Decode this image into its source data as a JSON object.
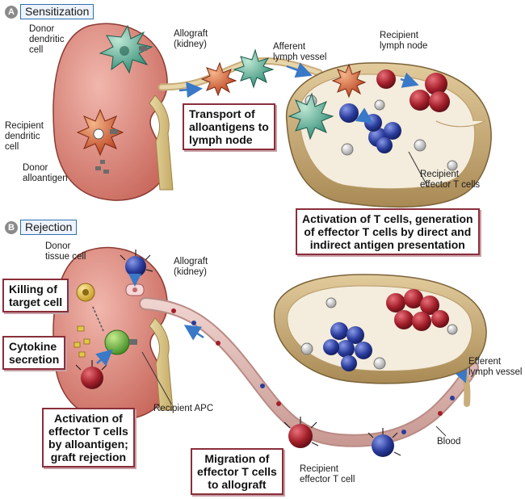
{
  "panels": [
    {
      "letter": "A",
      "title": "Sensitization"
    },
    {
      "letter": "B",
      "title": "Rejection"
    }
  ],
  "labels": {
    "donor_dendritic_cell": [
      "Donor",
      "dendritic",
      "cell"
    ],
    "allograft_a": [
      "Allograft",
      "(kidney)"
    ],
    "afferent_lymph_vessel": [
      "Afferent",
      "lymph vessel"
    ],
    "recipient_lymph_node": [
      "Recipient",
      "lymph node"
    ],
    "recipient_dendritic_cell": [
      "Recipient",
      "dendritic",
      "cell"
    ],
    "donor_alloantigen": [
      "Donor",
      "alloantigen"
    ],
    "recipient_effector_t_cells": [
      "Recipient",
      "effector T cells"
    ],
    "donor_tissue_cell": [
      "Donor",
      "tissue cell"
    ],
    "allograft_b": [
      "Allograft",
      "(kidney)"
    ],
    "recipient_apc": [
      "Recipient APC"
    ],
    "efferent_lymph_vessel": [
      "Efferent",
      "lymph vessel"
    ],
    "blood": [
      "Blood"
    ],
    "recipient_effector_t_cell": [
      "Recipient",
      "effector T cell"
    ]
  },
  "boxes": {
    "transport": [
      "Transport of",
      "alloantigens to",
      "lymph node"
    ],
    "activation_generation": [
      "Activation of T cells, generation",
      "of effector T cells by direct and",
      "indirect antigen presentation"
    ],
    "killing": [
      "Killing of",
      "target cell"
    ],
    "cytokine": [
      "Cytokine",
      "secretion"
    ],
    "activation_effector": [
      "Activation of",
      "effector T cells",
      "by alloantigen;",
      "graft rejection"
    ],
    "migration": [
      "Migration of",
      "effector T cells",
      "to allograft"
    ]
  },
  "colors": {
    "kidney": "#d98a7f",
    "lymph_node_shell": "#c9ad7a",
    "lymph_node_inner": "#f4ecdc",
    "effector_t_cell": "#a31f2a",
    "naive_t_cell": "#2a3c9c",
    "dendritic_cell_donor": "#4aa68c",
    "dendritic_cell_recipient": "#c9502c",
    "apc": "#5aa83a",
    "box_border": "#8a2e3b",
    "header_tag": "#2f6fb2"
  },
  "icons": [
    "kidney",
    "lymph-node",
    "dendritic-cell",
    "t-cell",
    "apc-cell",
    "arrow",
    "cytokine"
  ]
}
